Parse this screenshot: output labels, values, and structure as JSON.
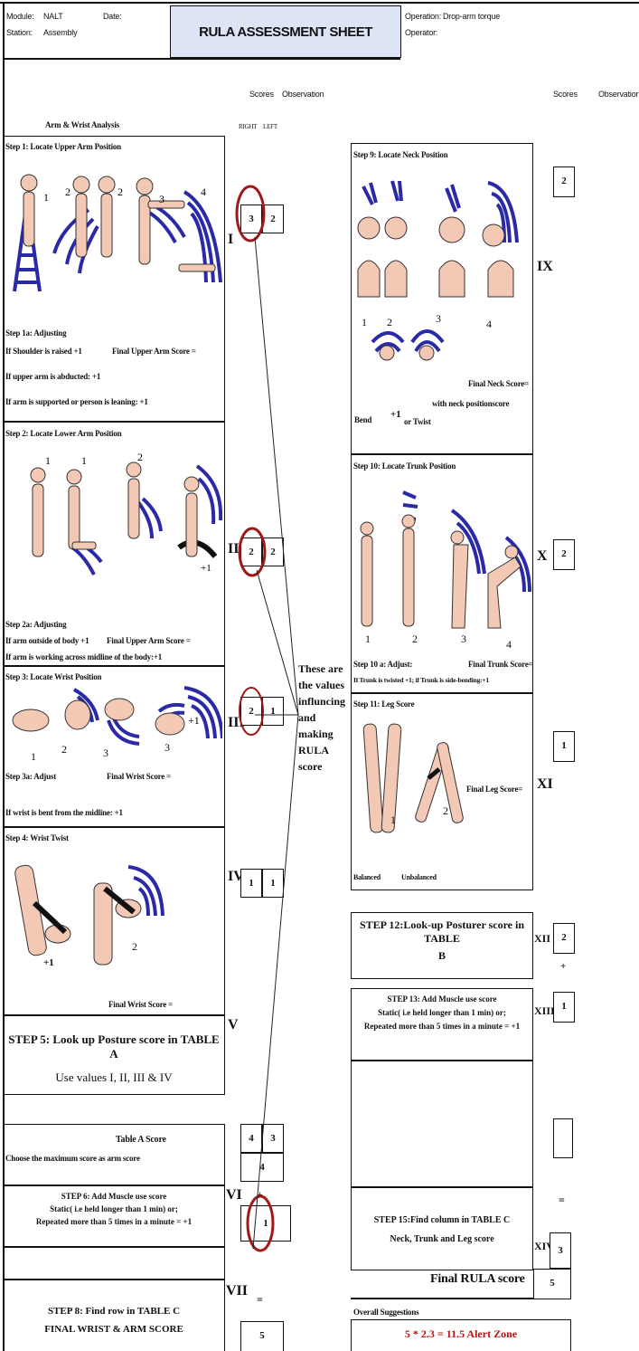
{
  "header": {
    "module_label": "Module:",
    "module_value": "NALT",
    "date_label": "Date:",
    "station_label": "Station:",
    "station_value": "Assembly",
    "title": "RULA ASSESSMENT SHEET",
    "operation_label": "Operation:",
    "operation_value": "Drop-arm torque",
    "operator_label": "Operator:"
  },
  "columns": {
    "scores": "Scores",
    "observation": "Observation",
    "right": "RIGHT",
    "left": "LEFT",
    "scores_right": "Scores",
    "observation_right": "Observation",
    "arm_wrist": "Arm & Wrist Analysis"
  },
  "left": {
    "step1_title": "Step 1: Locate Upper Arm Position",
    "step1_nums": [
      "1",
      "2",
      "2",
      "3",
      "4"
    ],
    "step1a_title": "Step 1a: Adjusting",
    "step1a_l1": "If Shoulder is raised +1",
    "step1a_final": "Final Upper Arm Score =",
    "step1a_l2": "If upper arm is abducted: +1",
    "step1a_l3": "If arm is supported or person is leaning: +1",
    "step2_title": "Step 2: Locate Lower Arm Position",
    "step2_nums": [
      "1",
      "1",
      "2",
      "+1"
    ],
    "step2a_title": "Step 2a: Adjusting",
    "step2a_l1": "If arm outside of body +1",
    "step2a_final": "Final Upper Arm Score =",
    "step2a_l2": "If arm is working across midline of the body:+1",
    "step3_title": "Step 3: Locate Wrist Position",
    "step3_nums": [
      "1",
      "2",
      "3",
      "3",
      "+1"
    ],
    "step3a_title": "Step 3a: Adjust",
    "step3a_final": "Final Wrist Score =",
    "step3a_l1": "If wrist is bent from the midline: +1",
    "step4_title": "Step 4: Wrist Twist",
    "step4_nums": [
      "+1",
      "2"
    ],
    "step4_final": "Final Wrist Score =",
    "step5_l1": "STEP 5: Look up Posture score in TABLE A",
    "step5_l2": "Use values I, II, III & IV",
    "tableA_title": "Table A Score",
    "tableA_l1": "Choose the maximum score as arm score",
    "step6_title": "STEP 6: Add Muscle use score",
    "step6_l1": "Static( i.e held longer than 1 min) or;",
    "step6_l2": "Repeated more than 5 times in a minute = +1",
    "step8_l1": "STEP 8: Find row in TABLE C",
    "step8_l2": "FINAL WRIST & ARM SCORE"
  },
  "scores_left": {
    "I_right": "3",
    "I_left": "2",
    "II_right": "2",
    "II_left": "2",
    "III_right": "2",
    "III_left": "1",
    "IV_right": "1",
    "IV_left": "1",
    "tableA_right": "4",
    "tableA_left": "3",
    "arm_score": "4",
    "plus": "+",
    "muscle": "1",
    "equals": "=",
    "final_wrist_arm": "5"
  },
  "romans": {
    "I": "I",
    "II": "II",
    "III": "III",
    "IV": "IV",
    "V": "V",
    "VI": "VI",
    "VII": "VII",
    "IX": "IX",
    "X": "X",
    "XI": "XI",
    "XII": "XII",
    "XIII": "XIII",
    "XIV": "XIV"
  },
  "note": {
    "l1": "These are",
    "l2": "the values",
    "l3": "influncing",
    "l4": "and making",
    "l5": "RULA score"
  },
  "right": {
    "step9_title": "Step 9: Locate Neck Position",
    "step9_nums": [
      "1",
      "2",
      "3",
      "4"
    ],
    "step9_plus": "+1",
    "step9_bend": "Bend",
    "step9_or": "or Twist",
    "step9_with": "with neck positionscore",
    "step9_final": "Final Neck Score=",
    "step10_title": "Step 10: Locate Trunk Position",
    "step10_nums": [
      "1",
      "2",
      "3",
      "4"
    ],
    "step10a_title": "Step 10 a: Adjust:",
    "step10a_final": "Final Trunk Score=",
    "step10a_l1": "If Trunk is twisted +1; if Trunk is side-bending:+1",
    "step11_title": "Step 11: Leg Score",
    "step11_nums": [
      "1",
      "2"
    ],
    "step11_final": "Final Leg Score=",
    "step11_bal": "Balanced",
    "step11_unbal": "Unbalanced",
    "step12_l1": "STEP 12:Look-up Posturer score in TABLE",
    "step12_l2": "B",
    "step13_title": "STEP 13: Add Muscle use score",
    "step13_l1": "Static( i.e held longer than 1 min) or;",
    "step13_l2": "Repeated more than 5 times in a minute = +1",
    "step15_l1": "STEP 15:Find column in  TABLE C",
    "step15_l2": "Neck, Trunk and Leg score",
    "final_rula": "Final RULA score",
    "overall": "Overall Suggestions",
    "alert": "5 * 2.3 = 11.5 Alert Zone"
  },
  "scores_right": {
    "IX": "2",
    "X": "2",
    "XI": "1",
    "XII": "2",
    "plus": "+",
    "XIII": "1",
    "equals": "=",
    "XIV": "3",
    "final": "5"
  },
  "colors": {
    "header_fill": "#dce4f5",
    "circle": "#a01818",
    "arc": "#2a2aa8",
    "skin": "#f3c8b5",
    "alert": "#c01010"
  }
}
